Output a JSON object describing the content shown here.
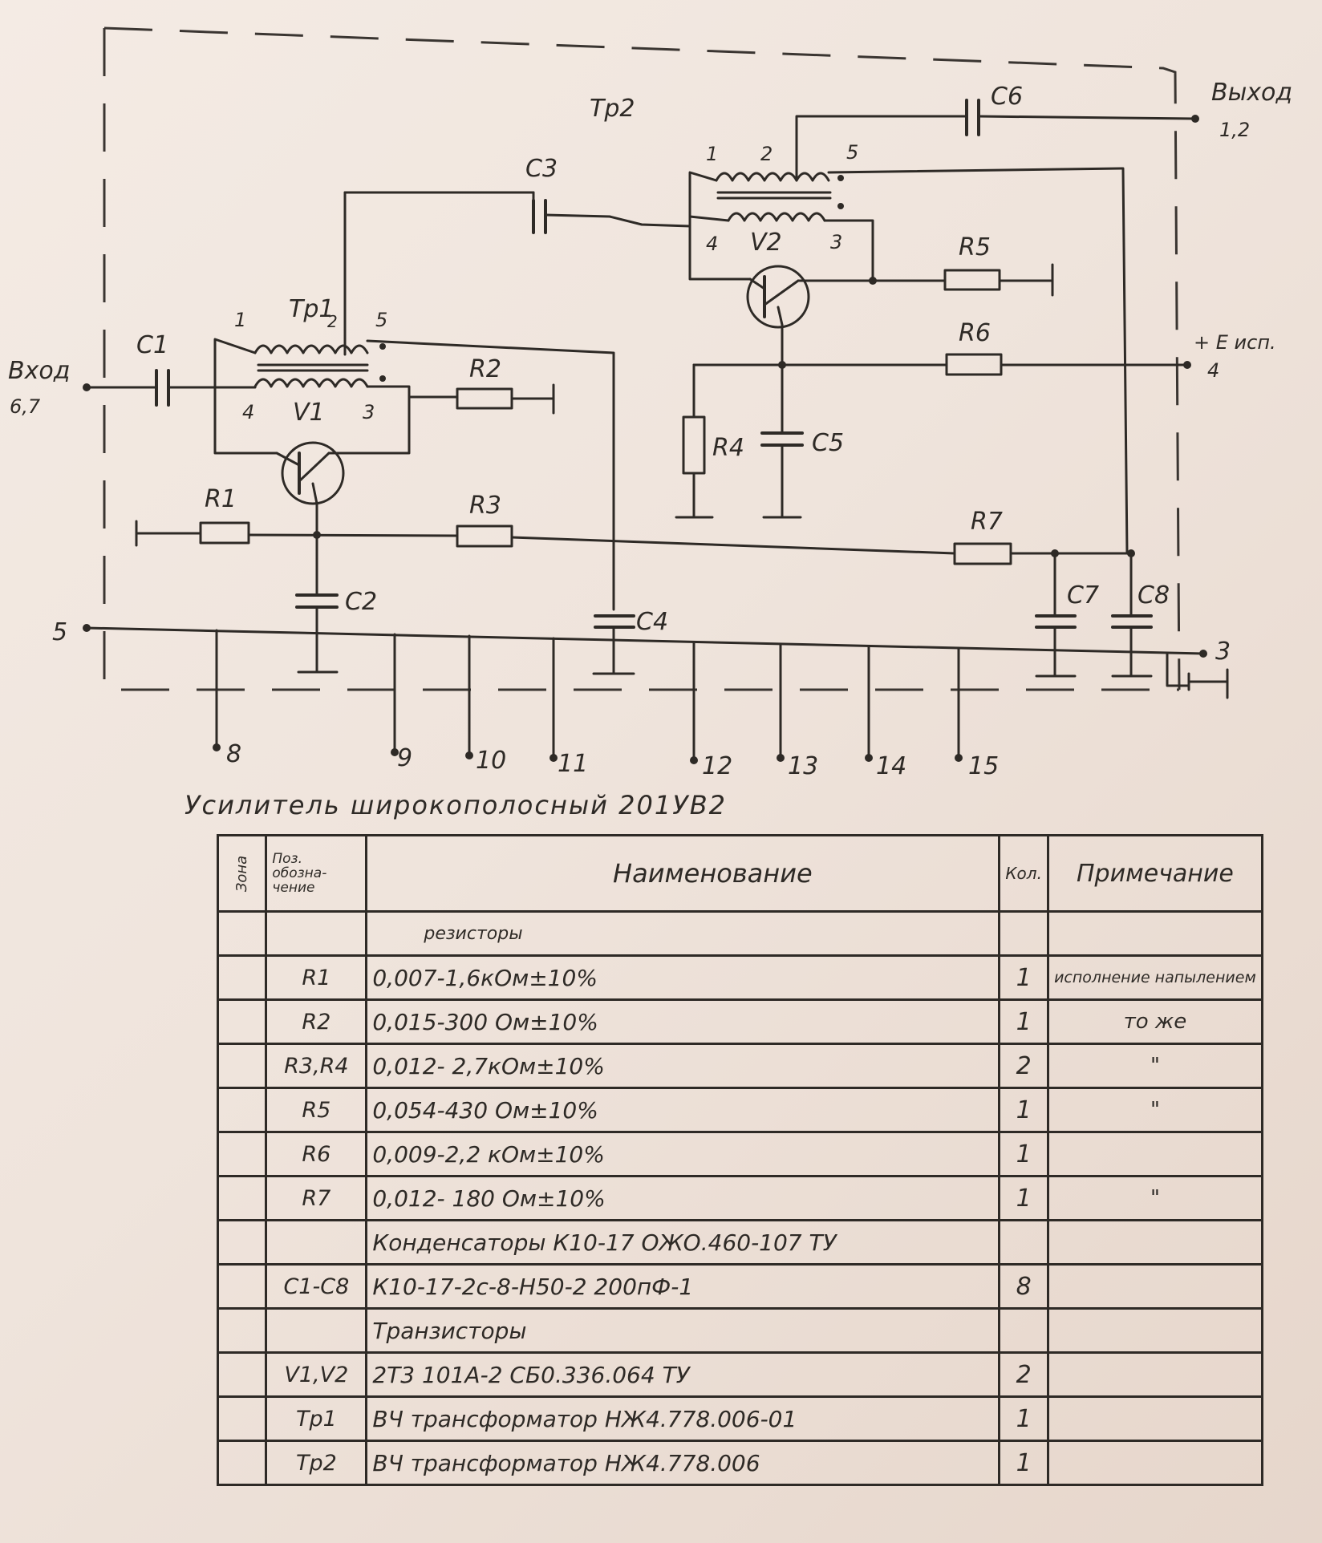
{
  "schematic": {
    "labels": {
      "input": "Вход",
      "input_pins": "6,7",
      "output": "Выход",
      "output_pins": "1,2",
      "supply": "+ E исп.",
      "supply_pin": "4",
      "pin5": "5",
      "pin3": "3",
      "tr1": "Тр1",
      "tr1_sub": "2",
      "tr2": "Тр2",
      "v1": "V1",
      "v2": "V2",
      "t1_w1": "1",
      "t1_w5": "5",
      "t1_w4": "4",
      "t1_w3": "3",
      "t2_w1": "1",
      "t2_w2": "2",
      "t2_w5": "5",
      "t2_w4": "4",
      "t2_w3": "3",
      "c1": "C1",
      "c2": "C2",
      "c3": "C3",
      "c4": "C4",
      "c5": "C5",
      "c6": "C6",
      "c7": "C7",
      "c8": "C8",
      "r1": "R1",
      "r2": "R2",
      "r3": "R3",
      "r4": "R4",
      "r5": "R5",
      "r6": "R6",
      "r7": "R7"
    },
    "bottom_pins": [
      "8",
      "9",
      "10",
      "11",
      "12",
      "13",
      "14",
      "15"
    ]
  },
  "title": "Усилитель широкополосный 201УВ2",
  "table": {
    "headers": {
      "zone": "Зона",
      "pos": "Поз. обозна-чение",
      "name": "Наименование",
      "qty": "Кол.",
      "note": "Примечание"
    },
    "rows": [
      {
        "pos": "",
        "name": "резисторы",
        "qty": "",
        "note": "",
        "type": "subheader"
      },
      {
        "pos": "R1",
        "name": "0,007-1,6кОм±10%",
        "qty": "1",
        "note": "исполнение напылением"
      },
      {
        "pos": "R2",
        "name": "0,015-300 Ом±10%",
        "qty": "1",
        "note": "то же"
      },
      {
        "pos": "R3,R4",
        "name": "0,012- 2,7кОм±10%",
        "qty": "2",
        "note": "\""
      },
      {
        "pos": "R5",
        "name": "0,054-430 Ом±10%",
        "qty": "1",
        "note": "\""
      },
      {
        "pos": "R6",
        "name": "0,009-2,2 кОм±10%",
        "qty": "1",
        "note": ""
      },
      {
        "pos": "R7",
        "name": "0,012- 180 Ом±10%",
        "qty": "1",
        "note": "\""
      },
      {
        "pos": "",
        "name": "Конденсаторы К10-17 ОЖО.460-107 ТУ",
        "qty": "",
        "note": "",
        "type": "subheader"
      },
      {
        "pos": "C1-C8",
        "name": "К10-17-2с-8-Н50-2 200пФ-1",
        "qty": "8",
        "note": ""
      },
      {
        "pos": "",
        "name": "Транзисторы",
        "qty": "",
        "note": "",
        "type": "subheader"
      },
      {
        "pos": "V1,V2",
        "name": "2Т3 101А-2 СБ0.336.064 ТУ",
        "qty": "2",
        "note": ""
      },
      {
        "pos": "Тр1",
        "name": "ВЧ трансформатор НЖ4.778.006-01",
        "qty": "1",
        "note": ""
      },
      {
        "pos": "Тр2",
        "name": "ВЧ трансформатор НЖ4.778.006",
        "qty": "1",
        "note": ""
      }
    ]
  }
}
